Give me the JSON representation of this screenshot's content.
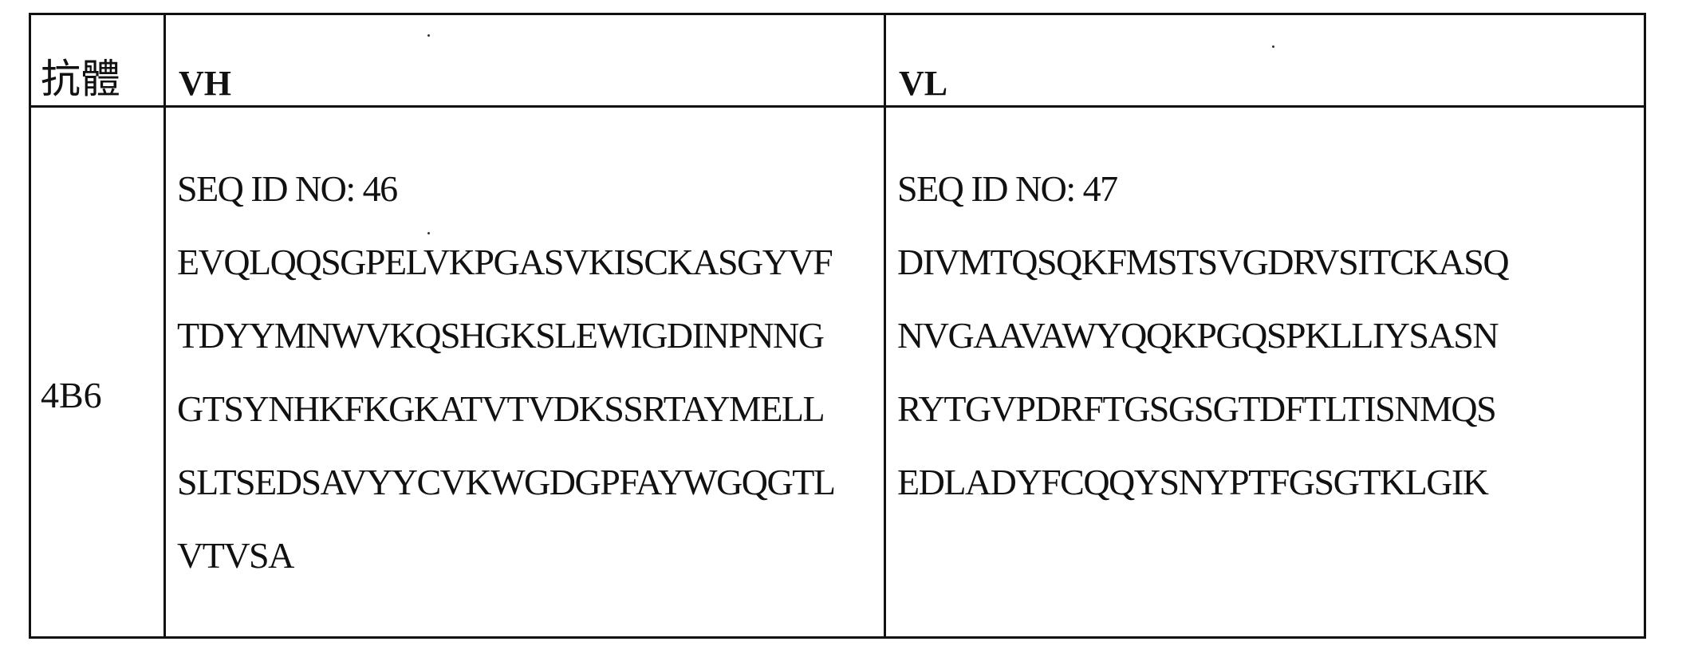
{
  "table": {
    "headers": {
      "antibody": "抗體",
      "vh": "VH",
      "vl": "VL"
    },
    "rows": [
      {
        "antibody": "4B6",
        "vh": {
          "seq_id": "SEQ ID NO: 46",
          "lines": [
            "EVQLQQSGPELVKPGASVKISCKASGYVF",
            "TDYYMNWVKQSHGKSLEWIGDINPNNG",
            "GTSYNHKFKGKATVTVDKSSRTAYMELL",
            "SLTSEDSAVYYCVKWGDGPFAYWGQGTL",
            "VTVSA"
          ]
        },
        "vl": {
          "seq_id": "SEQ ID NO: 47",
          "lines": [
            "DIVMTQSQKFMSTSVGDRVSITCKASQ",
            "NVGAAVAWYQQKPGQSPKLLIYSASN",
            "RYTGVPDRFTGSGSGTDFTLTISNMQS",
            "EDLADYFCQQYSNYPTFGSGTKLGIK"
          ]
        }
      }
    ]
  }
}
